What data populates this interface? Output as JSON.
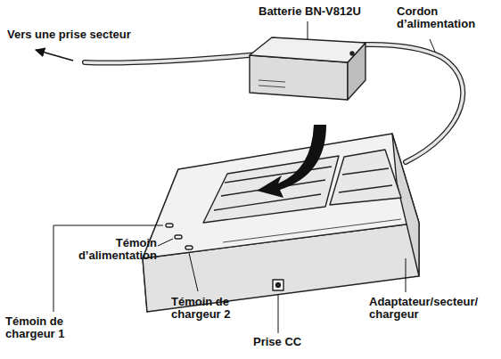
{
  "diagram": {
    "labels": [
      "Vers une prise secteur",
      "Batterie BN-V812U",
      "Cordon d’alimentation",
      "Témoin d’alimentation",
      "Témoin de chargeur 1",
      "Témoin de chargeur 2",
      "Prise CC",
      "Adaptateur/secteur/ chargeur"
    ]
  }
}
